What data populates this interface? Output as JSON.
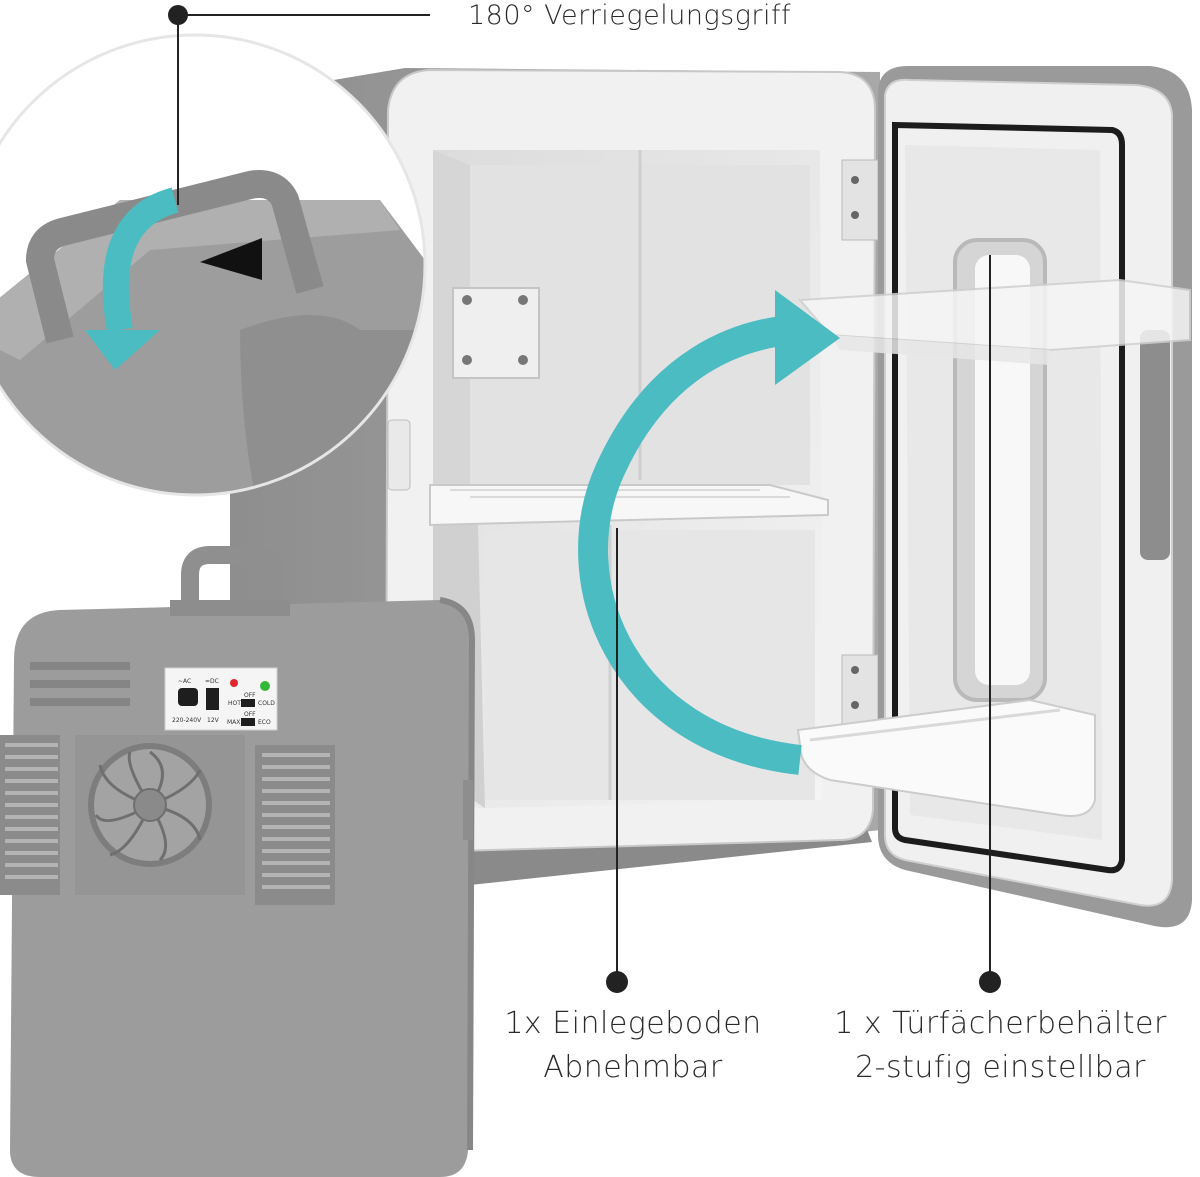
{
  "callouts": {
    "handle": "180° Verriegelungsgriff",
    "shelf_line1": "1x Einlegeboden",
    "shelf_line2": "Abnehmbar",
    "bin_line1": "1 x Türfächerbehälter",
    "bin_line2": "2-stufig einstellbar"
  },
  "control_panel": {
    "ac_label": "~AC",
    "ac_voltage": "220-240V",
    "dc_label": "=DC",
    "dc_voltage": "12V",
    "switch1_top": "OFF",
    "switch1_left": "HOT",
    "switch1_right": "COLD",
    "switch2_top": "OFF",
    "switch2_left": "MAX",
    "switch2_right": "ECO"
  },
  "colors": {
    "body_gray": "#9b9b9b",
    "interior_white": "#ececec",
    "arrow_teal": "#4bbcc2",
    "led_red": "#e0262b",
    "led_green": "#35b837"
  }
}
